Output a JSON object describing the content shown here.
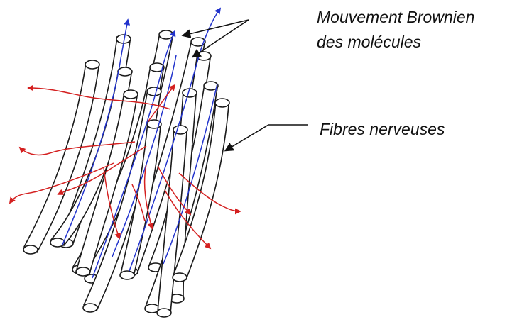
{
  "labels": {
    "brownian_line1": "Mouvement Brownien",
    "brownian_line2": "des molécules",
    "fibres": "Fibres nerveuses"
  },
  "colors": {
    "fibre_outline": "#1a1a1a",
    "fibre_fill": "#ffffff",
    "diffusion_along_fibres": "#2233cc",
    "diffusion_across_fibres": "#d42020",
    "callout": "#111111"
  },
  "icons": [
    "callout-arrow"
  ]
}
